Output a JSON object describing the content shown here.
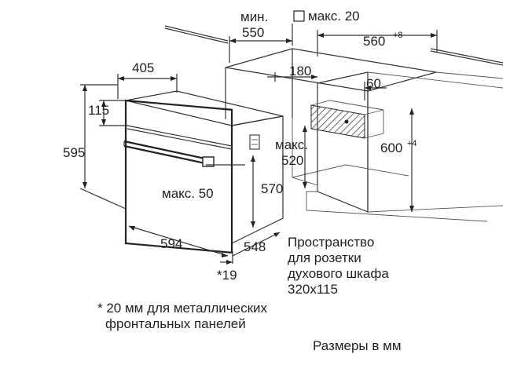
{
  "dimensions": {
    "min_label": "мин.",
    "min_550": "550",
    "max20_label": "макс. 20",
    "w560": "560",
    "w560_tol": "+8",
    "d405": "405",
    "d180": "180",
    "d60": "60",
    "h115": "115",
    "h595": "595",
    "max520_label": "макс.",
    "d520": "520",
    "h600": "600",
    "h600_tol": "+4",
    "h570": "570",
    "max50": "макс. 50",
    "w594": "594",
    "d548": "548",
    "star19": "*19"
  },
  "notes": {
    "socket_1": "Пространство",
    "socket_2": "для розетки",
    "socket_3": "духового шкафа",
    "socket_4": "320x115",
    "footnote_1": "* 20 мм для металлических",
    "footnote_2": "фронтальных панелей",
    "units": "Размеры в мм"
  },
  "colors": {
    "line": "#333333",
    "hatch": "#444444",
    "background": "#ffffff"
  }
}
